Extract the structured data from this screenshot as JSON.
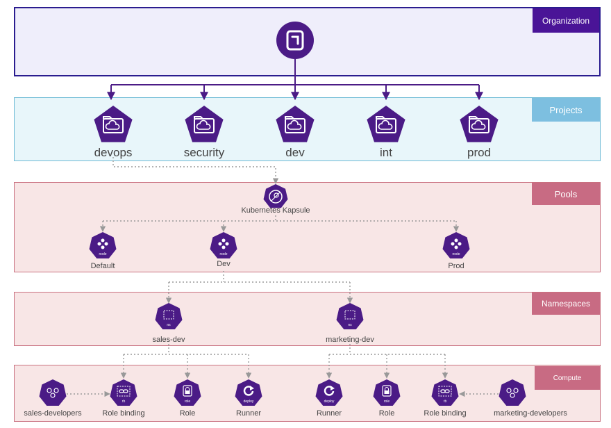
{
  "colors": {
    "purple": "#4b1b86",
    "org_fill": "#efeefb",
    "org_border": "#2a1c8f",
    "org_tag": "#4a1497",
    "projects_fill": "#e8f6fa",
    "projects_border": "#6dbad5",
    "projects_tag": "#7dbfe0",
    "pink_fill": "#f8e6e6",
    "pink_border": "#c9707f",
    "pink_tag": "#c86b83",
    "connector": "#999999"
  },
  "layers": {
    "organization": "Organization",
    "projects": "Projects",
    "pools": "Pools",
    "namespaces": "Namespaces",
    "compute": "Compute"
  },
  "projects": [
    "devops",
    "security",
    "dev",
    "int",
    "prod"
  ],
  "kapsule": {
    "label": "Kubernetes Kapsule"
  },
  "pools": [
    {
      "label": "Default",
      "badge": "node"
    },
    {
      "label": "Dev",
      "badge": "node"
    },
    {
      "label": "Prod",
      "badge": "node"
    }
  ],
  "namespaces": [
    {
      "label": "sales-dev",
      "badge": "ns"
    },
    {
      "label": "marketing-dev",
      "badge": "ns"
    }
  ],
  "compute": [
    {
      "label": "sales-developers",
      "icon": "group-icon",
      "badge": ""
    },
    {
      "label": "Role binding",
      "icon": "link-icon",
      "badge": "rb"
    },
    {
      "label": "Role",
      "icon": "lock-icon",
      "badge": "role"
    },
    {
      "label": "Runner",
      "icon": "refresh-icon",
      "badge": "deploy"
    },
    {
      "label": "Runner",
      "icon": "refresh-icon",
      "badge": "deploy"
    },
    {
      "label": "Role",
      "icon": "lock-icon",
      "badge": "role"
    },
    {
      "label": "Role binding",
      "icon": "link-icon",
      "badge": "rb"
    },
    {
      "label": "marketing-developers",
      "icon": "group-icon",
      "badge": ""
    }
  ]
}
